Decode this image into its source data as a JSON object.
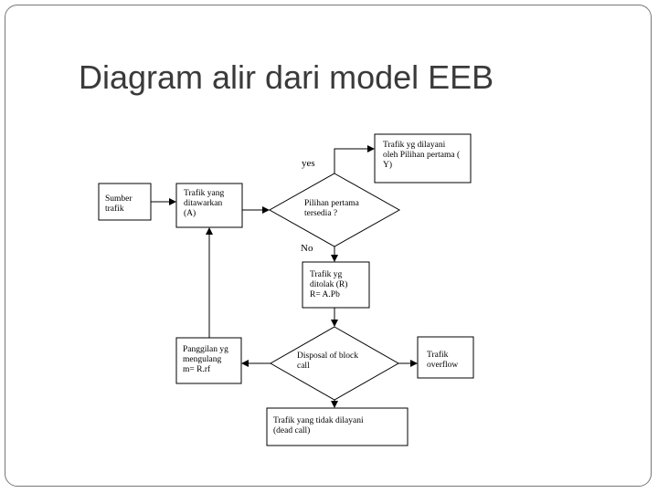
{
  "title": "Diagram alir dari model EEB",
  "nodes": {
    "sumber": "Sumber\ntrafik",
    "ditawarkan": "Trafik yang\nditawarkan\n(A)",
    "pilihan": "Pilihan pertama\ntersedia ?",
    "dilayani": "Trafik yg dilayani\noleh Pilihan pertama (\nY)",
    "ditolak": "Trafik yg\nditolak (R)\nR= A.Pb",
    "mengulang": "Panggilan yg\nmengulang\nm= R.rf",
    "disposal": "Disposal of block\ncall",
    "overflow": "Trafik\noverflow",
    "tidak_dilayani": "Trafik yang tidak dilayani\n(dead call)"
  },
  "edge_labels": {
    "yes": "yes",
    "no": "No"
  }
}
